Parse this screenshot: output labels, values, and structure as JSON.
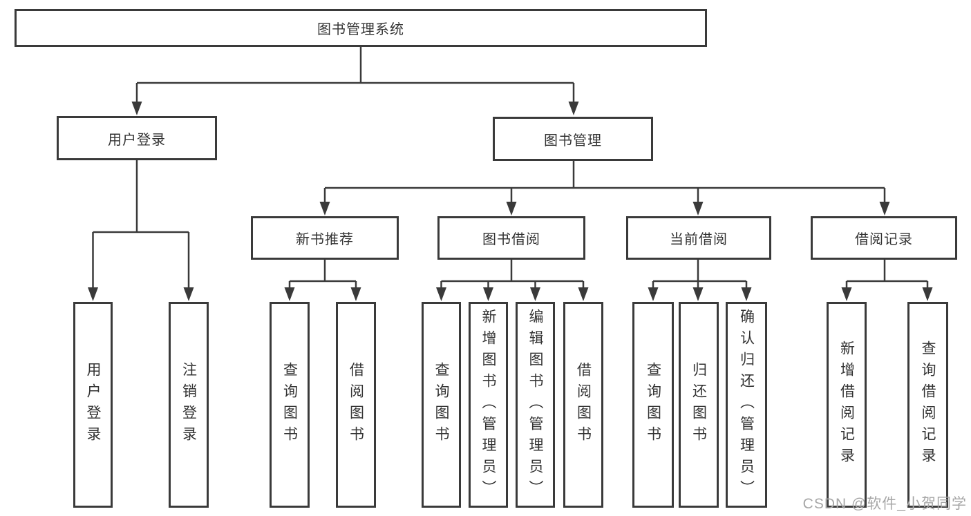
{
  "title": "图书管理系统",
  "watermark": "CSDN @软件_小贺同学",
  "colors": {
    "line": "#3a3a3a",
    "border": "#3a3a3a",
    "text": "#333333",
    "background": "#ffffff",
    "watermark": "#a6a6a6"
  },
  "tree": {
    "root": {
      "label": "图书管理系统"
    },
    "level2": [
      {
        "label": "用户登录"
      },
      {
        "label": "图书管理"
      }
    ],
    "level3": [
      {
        "label": "新书推荐"
      },
      {
        "label": "图书借阅"
      },
      {
        "label": "当前借阅"
      },
      {
        "label": "借阅记录"
      }
    ],
    "leaves": {
      "user_login": [
        {
          "label": "用户登录"
        },
        {
          "label": "注销登录"
        }
      ],
      "new_book": [
        {
          "label": "查询图书"
        },
        {
          "label": "借阅图书"
        }
      ],
      "book_borrow": [
        {
          "label": "查询图书"
        },
        {
          "label": "新增图书（管理员）"
        },
        {
          "label": "编辑图书（管理员）"
        },
        {
          "label": "借阅图书"
        }
      ],
      "current_borrow": [
        {
          "label": "查询图书"
        },
        {
          "label": "归还图书"
        },
        {
          "label": "确认归还（管理员）"
        }
      ],
      "borrow_record": [
        {
          "label": "新增借阅记录"
        },
        {
          "label": "查询借阅记录"
        }
      ]
    }
  }
}
